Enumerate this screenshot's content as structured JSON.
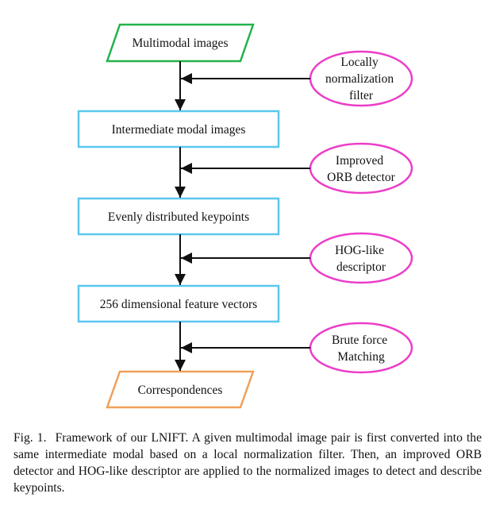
{
  "flowchart": {
    "input": "Multimodal images",
    "steps": [
      "Intermediate modal images",
      "Evenly distributed keypoints",
      "256 dimensional feature vectors"
    ],
    "output": "Correspondences",
    "operations": [
      [
        "Locally",
        "normalization",
        "filter"
      ],
      [
        "Improved",
        "ORB detector"
      ],
      [
        "HOG-like",
        "descriptor"
      ],
      [
        "Brute force",
        "Matching"
      ]
    ]
  },
  "caption": {
    "label": "Fig. 1.",
    "text": "Framework of our LNIFT. A given multimodal image pair is first converted into the same intermediate modal based on a local normalization filter. Then, an improved ORB detector and HOG-like descriptor are applied to the normalized images to detect and describe keypoints."
  },
  "colors": {
    "input": "#22b34a",
    "steps": "#5bc7ef",
    "output": "#f0a05a",
    "operations": "#ec3dc8",
    "arrows": "#111111"
  }
}
